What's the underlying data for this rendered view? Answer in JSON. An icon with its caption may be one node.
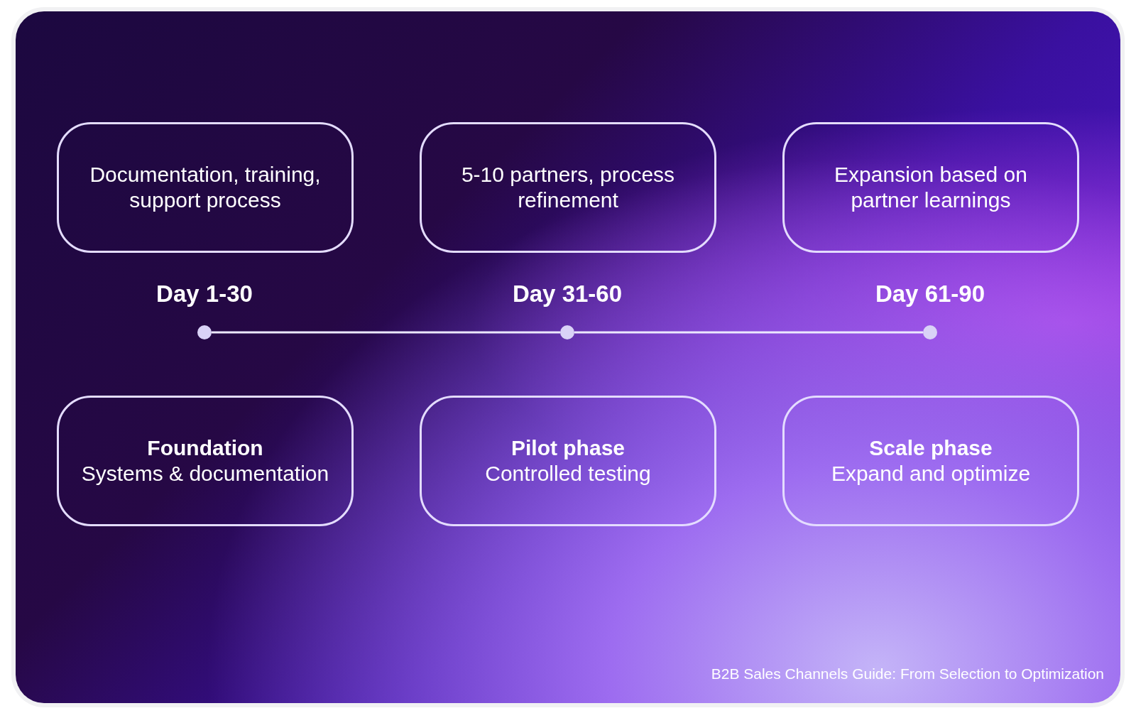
{
  "diagram": {
    "caption": "B2B Sales Channels Guide: From Selection to Optimization",
    "nodes": [
      {
        "text": [
          "Documentation, training, support process"
        ]
      },
      {
        "text": [
          "5-10 partners, process refinement"
        ]
      },
      {
        "text": [
          "Expansion based on partner learnings"
        ]
      },
      {
        "text": [
          "Foundation",
          "Systems & documentation"
        ]
      },
      {
        "text": [
          "Pilot phase",
          "Controlled testing"
        ]
      },
      {
        "text": [
          "Scale phase",
          "Expand and optimize"
        ]
      },
      {
        "text": [],
        "shape": "circle",
        "beside": [
          "Day 1-30"
        ]
      },
      {
        "text": [],
        "shape": "circle",
        "beside": [
          "Day 31-60"
        ]
      },
      {
        "text": [],
        "shape": "circle",
        "beside": [
          "Day 61-90"
        ]
      }
    ],
    "edges": [
      {
        "from": 6,
        "to": 7,
        "arrow": "none"
      },
      {
        "from": 7,
        "to": 8,
        "arrow": "none"
      }
    ]
  }
}
